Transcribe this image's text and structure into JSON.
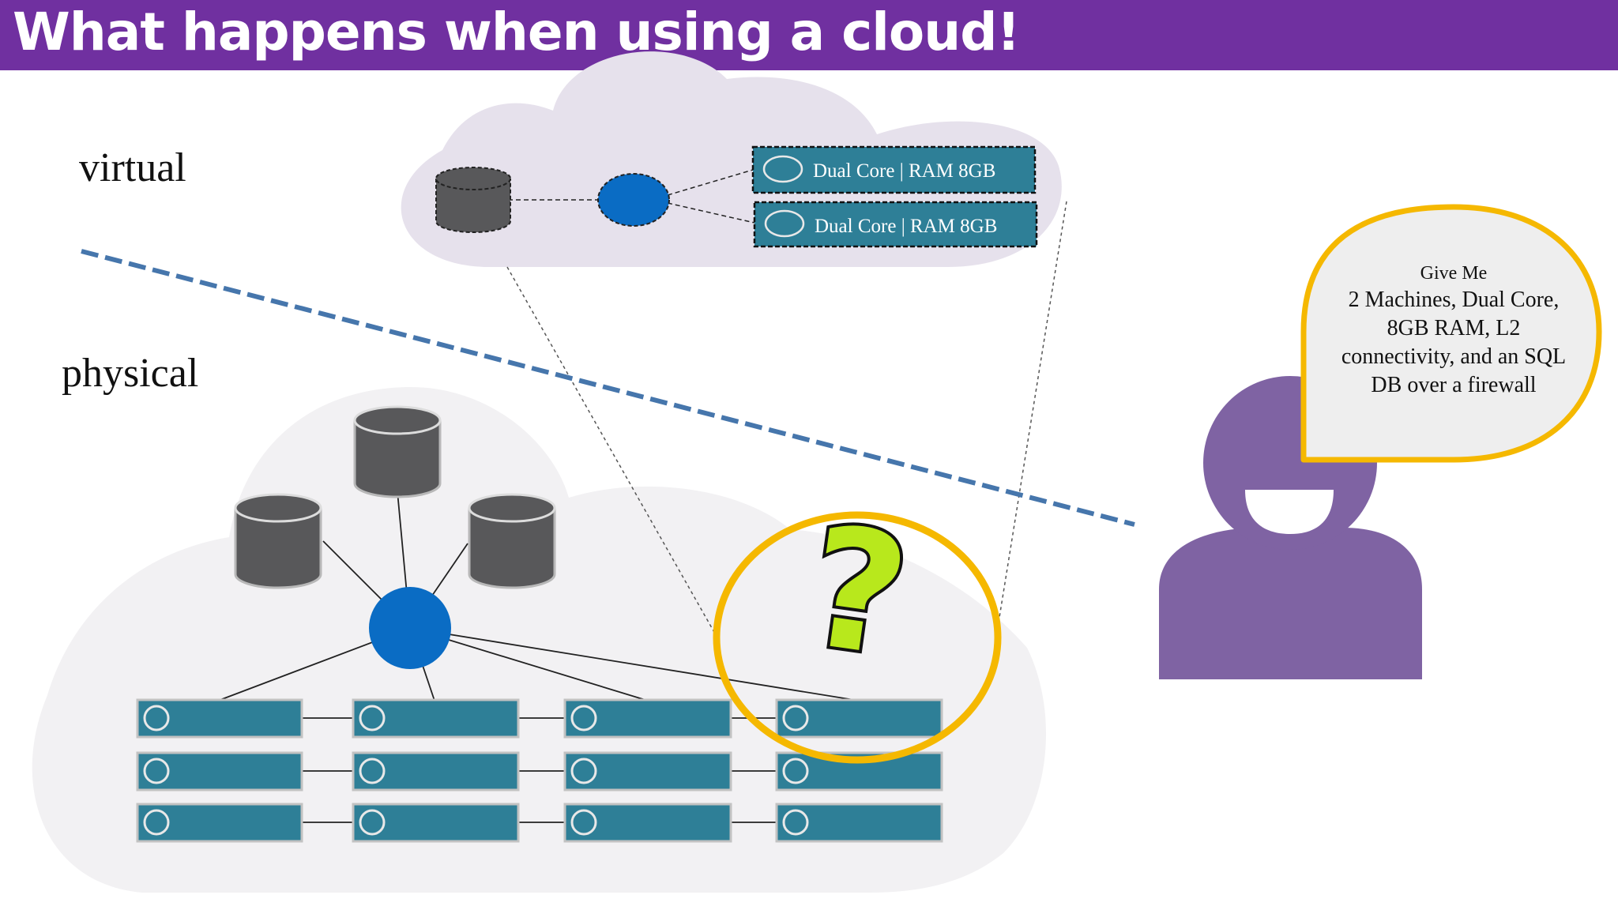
{
  "slide": {
    "title": "What happens when using a cloud!",
    "virtual_label": "virtual",
    "physical_label": "physical"
  },
  "virtual_cloud": {
    "vms": [
      {
        "label": "Dual Core | RAM 8GB"
      },
      {
        "label": "Dual Core | RAM 8GB"
      }
    ]
  },
  "user_request": {
    "lines": [
      "Give Me",
      "2 Machines, Dual Core,",
      "8GB RAM, L2",
      "connectivity, and an SQL",
      "DB over a firewall"
    ]
  },
  "highlight": {
    "symbol": "?"
  },
  "colors": {
    "title_bar": "#7030a0",
    "virtual_cloud": "#e6e1ec",
    "physical_cloud": "#f2f1f3",
    "database": "#58585a",
    "network_switch": "#0a6cc4",
    "server": "#2e7f97",
    "divider": "#4676ac",
    "highlight_ring": "#f5b800",
    "question_mark": "#b8e81c",
    "user": "#7f63a3"
  }
}
